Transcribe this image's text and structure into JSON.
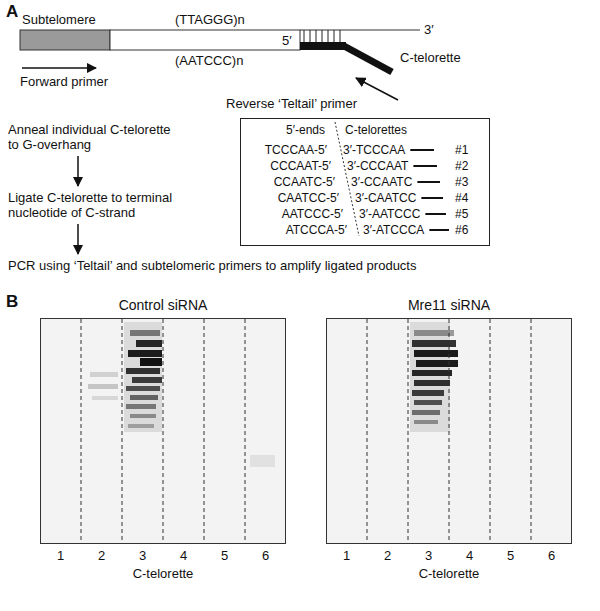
{
  "diagram": {
    "nodes": [
      {
        "text": [
          "Anneal individual C-telorette to G-overhang"
        ]
      },
      {
        "text": [
          "Ligate C-telorette to terminal nucleotide of C-strand"
        ]
      },
      {
        "text": [
          "PCR using ‘Teltail’ and subtelomeric primers to amplify ligated products"
        ]
      },
      {
        "text": [
          "5′-ends",
          "C-telorettes",
          "TCCCAA-5′",
          "3′-TCCCAA",
          "#1",
          "CCCAAT-5′",
          "3′-CCCAAT",
          "#2",
          "CCAATC-5′",
          "3′-CCAATC",
          "#3",
          "CAATCC-5′",
          "3′-CAATCC",
          "#4",
          "AATCCC-5′",
          "3′-AATCCC",
          "#5",
          "ATCCCA-5′",
          "3′-ATCCCA",
          "#6"
        ]
      },
      {
        "text": [
          "Control siRNA"
        ]
      },
      {
        "text": [
          "Mre11 siRNA"
        ]
      }
    ],
    "edges": [
      {
        "from": 0,
        "to": 1,
        "arrow": "to"
      },
      {
        "from": 1,
        "to": 2,
        "arrow": "to"
      }
    ],
    "labels": [
      "A",
      "Subtelomere",
      "(TTAGGG)n",
      "(AATCCC)n",
      "5′",
      "3′",
      "C-telorette",
      "Forward primer",
      "Reverse ‘Teltail’ primer",
      "B",
      "1",
      "2",
      "3",
      "4",
      "5",
      "6",
      "C-telorette",
      "1",
      "2",
      "3",
      "4",
      "5",
      "6",
      "C-telorette"
    ]
  }
}
